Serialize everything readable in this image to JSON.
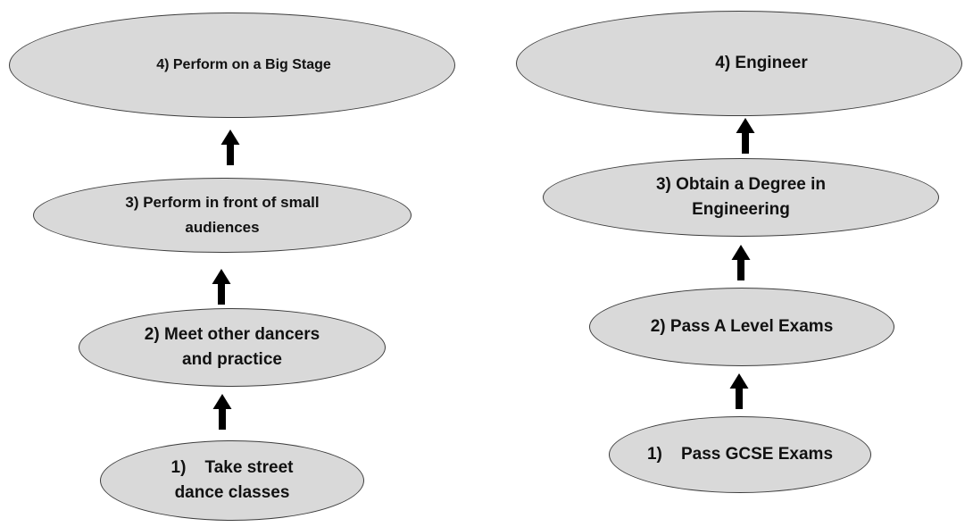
{
  "theme": {
    "node_fill": "#d9d9d9",
    "node_stroke": "#3d3d3d",
    "text_color": "#111111",
    "arrow_color": "#000000",
    "background": "#ffffff"
  },
  "flowcharts": [
    {
      "name": "street-dance-path",
      "steps": [
        {
          "label": "4) Perform on a Big Stage"
        },
        {
          "label": "3) Perform in front of small\naudiences"
        },
        {
          "label": "2) Meet other dancers\nand practice"
        },
        {
          "label": "1)    Take street\ndance classes"
        }
      ]
    },
    {
      "name": "engineer-path",
      "steps": [
        {
          "label": "4) Engineer"
        },
        {
          "label": "3) Obtain a Degree in\nEngineering"
        },
        {
          "label": "2) Pass A Level Exams"
        },
        {
          "label": "1)    Pass GCSE Exams"
        }
      ]
    }
  ],
  "icons": {
    "up_arrow": "upward-pointing solid black arrow connector"
  }
}
